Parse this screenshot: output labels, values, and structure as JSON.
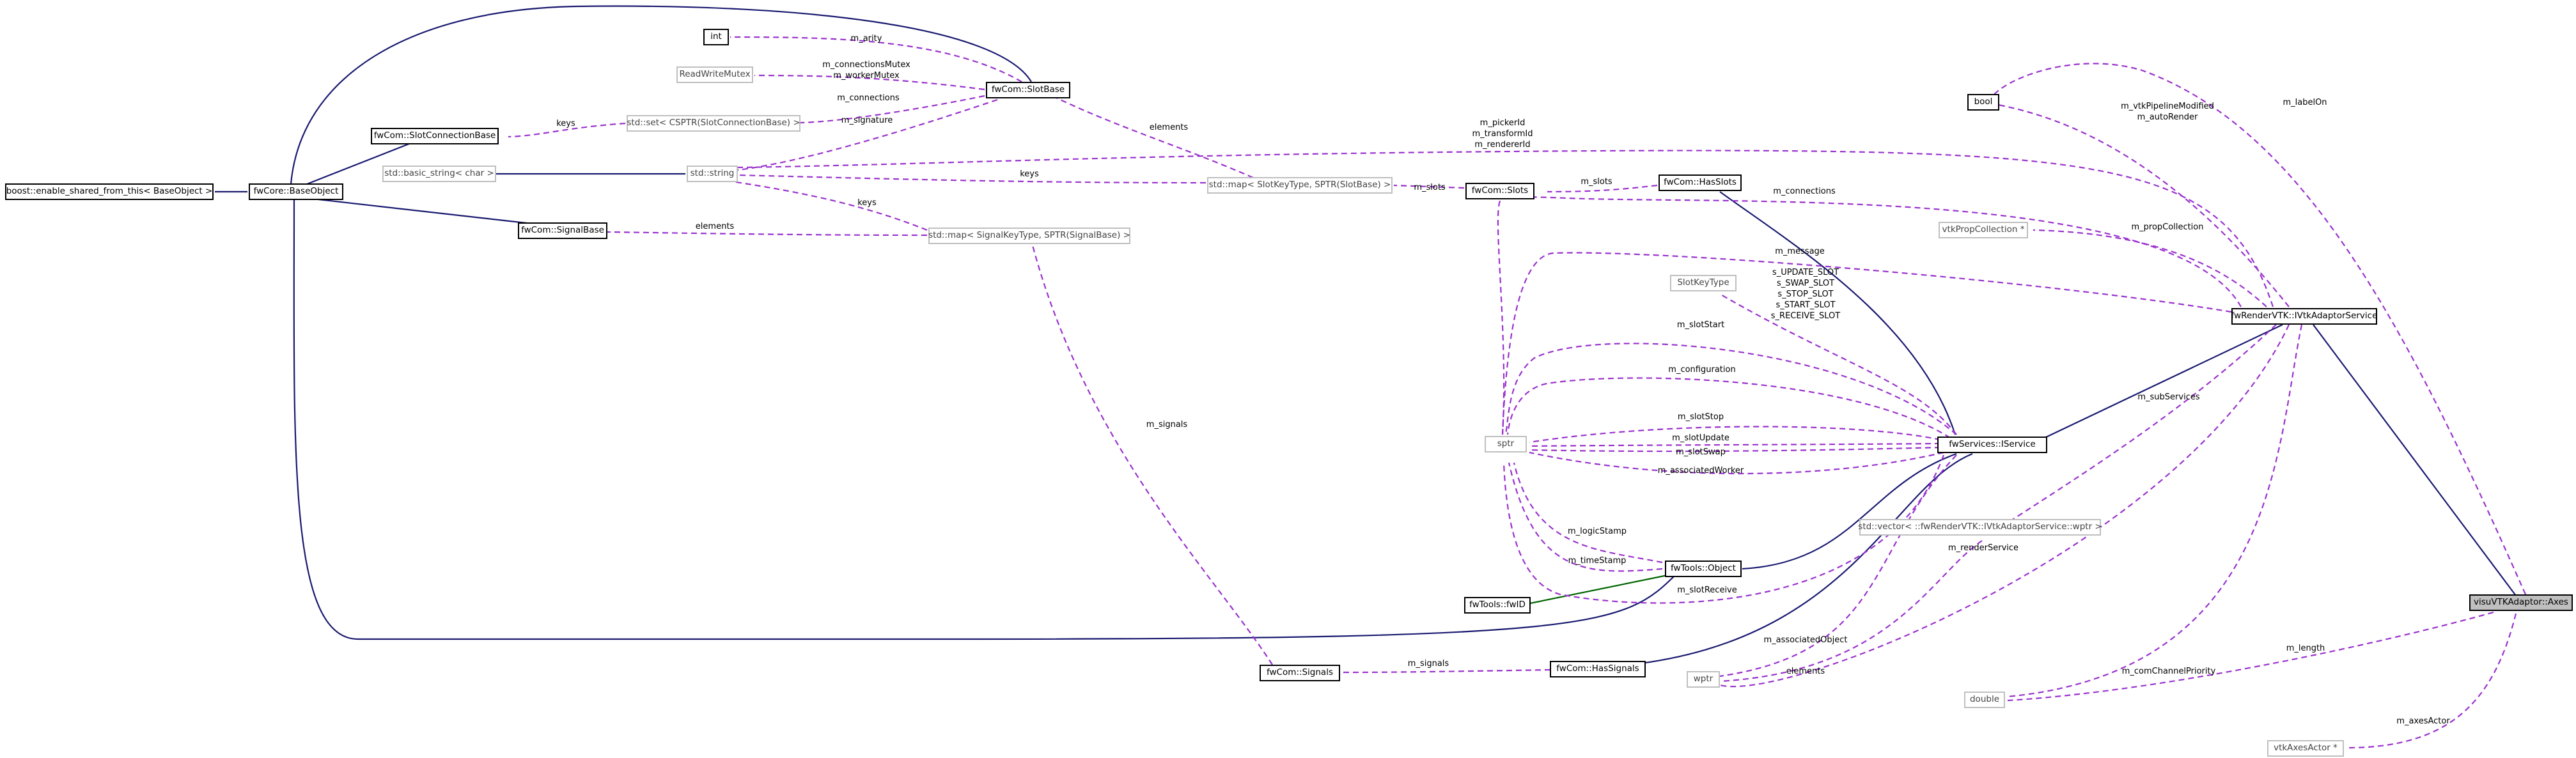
{
  "colors": {
    "inheritance_edge": "#191970",
    "inheritance_edge_alt": "#006400",
    "usage_edge": "#9a32cd",
    "node_border": "#000000",
    "node_border_muted": "#bfbfbf",
    "highlight_fill": "#bfbfbf"
  },
  "nodes": {
    "enable_shared": "boost::enable_shared_from_this< BaseObject >",
    "base_object": "fwCore::BaseObject",
    "slot_connection_base": "fwCom::SlotConnectionBase",
    "signal_base": "fwCom::SignalBase",
    "basic_string": "std::basic_string< char >",
    "std_string": "std::string",
    "int": "int",
    "rw_mutex": "ReadWriteMutex",
    "set_slot_conn": "std::set< CSPTR(SlotConnectionBase) >",
    "slot_base": "fwCom::SlotBase",
    "map_slot": "std::map< SlotKeyType, SPTR(SlotBase) >",
    "map_signal": "std::map< SignalKeyType, SPTR(SignalBase) >",
    "slots": "fwCom::Slots",
    "has_slots": "fwCom::HasSlots",
    "slot_key_type": "SlotKeyType",
    "sptr": "sptr",
    "iservice": "fwServices::IService",
    "tools_object": "fwTools::Object",
    "fwid": "fwTools::fwID",
    "signals": "fwCom::Signals",
    "has_signals": "fwCom::HasSignals",
    "wptr": "wptr",
    "vector_wptr": "std::vector< ::fwRenderVTK::IVtkAdaptorService::wptr >",
    "bool": "bool",
    "vtk_prop_collection": "vtkPropCollection *",
    "ivtk_adaptor": "fwRenderVTK::IVtkAdaptorService",
    "axes": "visuVTKAdaptor::Axes",
    "double": "double",
    "vtk_axes_actor": "vtkAxesActor *"
  },
  "labels": {
    "m_arity": "m_arity",
    "m_mutexes": [
      "m_connectionsMutex",
      "m_workerMutex"
    ],
    "m_connections_slot": "m_connections",
    "keys_set": "keys",
    "m_signature": "m_signature",
    "m_picker": [
      "m_pickerId",
      "m_transformId",
      "m_rendererId"
    ],
    "keys_map_slot": "keys",
    "elements_slot": "elements",
    "keys_map_signal": "keys",
    "elements_signal": "elements",
    "m_slots": "m_slots",
    "m_slots_sptr": "m_slots",
    "m_connections_service": "m_connections",
    "m_message": "m_message",
    "slot_constants": [
      "s_UPDATE_SLOT",
      "s_SWAP_SLOT",
      "s_STOP_SLOT",
      "s_START_SLOT",
      "s_RECEIVE_SLOT"
    ],
    "m_slotStart": "m_slotStart",
    "m_configuration": "m_configuration",
    "m_slotStop": "m_slotStop",
    "m_slotUpdate": "m_slotUpdate",
    "m_slotSwap": "m_slotSwap",
    "m_associatedWorker": "m_associatedWorker",
    "m_logicStamp": "m_logicStamp",
    "m_timeStamp": "m_timeStamp",
    "m_slotReceive": "m_slotReceive",
    "m_signals_map": "m_signals",
    "m_signals": "m_signals",
    "m_associatedObject": "m_associatedObject",
    "elements_wptr": "elements",
    "m_renderService": "m_renderService",
    "m_subServices": "m_subServices",
    "m_propCollection": "m_propCollection",
    "m_vtk": [
      "m_vtkPipelineModified",
      "m_autoRender"
    ],
    "m_labelOn": "m_labelOn",
    "m_length": "m_length",
    "m_comChannelPriority": "m_comChannelPriority",
    "m_axesActor": "m_axesActor"
  }
}
